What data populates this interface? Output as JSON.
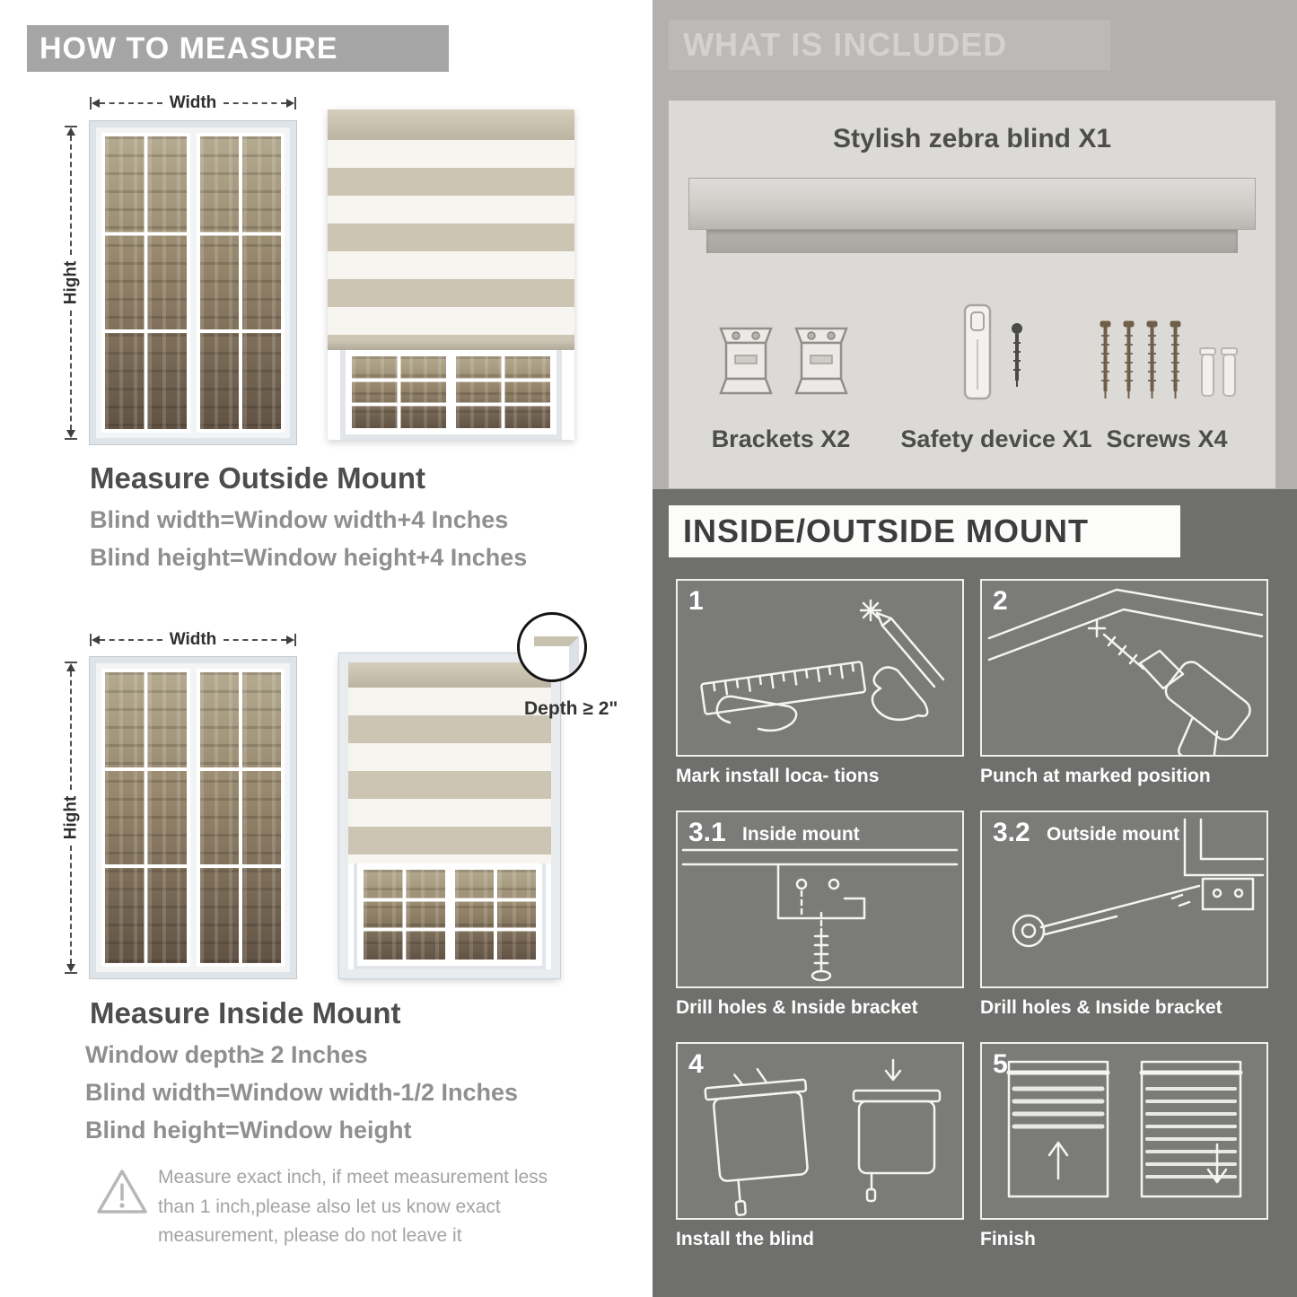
{
  "left": {
    "header": "HOW TO MEASURE",
    "outside": {
      "width_label": "Width",
      "height_label": "Hight",
      "title": "Measure Outside Mount",
      "lines": [
        "Blind width=Window width+4 Inches",
        "Blind height=Window height+4 Inches"
      ]
    },
    "inside": {
      "width_label": "Width",
      "height_label": "Hight",
      "depth_label": "Depth ≥ 2\"",
      "title": "Measure Inside Mount",
      "lines": [
        "Window depth≥ 2 Inches",
        "Blind width=Window width-1/2 Inches",
        "Blind height=Window height"
      ]
    },
    "warning_text": "Measure exact inch, if meet measurement less than 1 inch,please also let us know exact measurement, please do not leave it"
  },
  "right": {
    "included": {
      "header": "WHAT IS INCLUDED",
      "blind_label": "Stylish zebra blind X1",
      "items": [
        "Brackets X2",
        "Safety device X1",
        "Screws X4"
      ]
    },
    "mount": {
      "header": "INSIDE/OUTSIDE MOUNT",
      "steps": [
        {
          "num": "1",
          "title": "",
          "caption": "Mark install loca- tions"
        },
        {
          "num": "2",
          "title": "",
          "caption": "Punch at  marked position"
        },
        {
          "num": "3.1",
          "title": "Inside mount",
          "caption": "Drill holes &  Inside bracket"
        },
        {
          "num": "3.2",
          "title": "Outside mount",
          "caption": "Drill holes &  Inside bracket"
        },
        {
          "num": "4",
          "title": "",
          "caption": "Install the blind"
        },
        {
          "num": "5",
          "title": "",
          "caption": "Finish"
        }
      ]
    }
  },
  "colors": {
    "banner_gray": "#a5a5a5",
    "section_gray": "#b3b1ae",
    "panel_light": "#dcdad7",
    "dark_gray": "#6f6f6d",
    "step_panel": "#7b7b79",
    "beige_stripe": "#ccc5b4",
    "heading_text": "#4d4d4d",
    "sub_text": "#8f8f8f"
  }
}
